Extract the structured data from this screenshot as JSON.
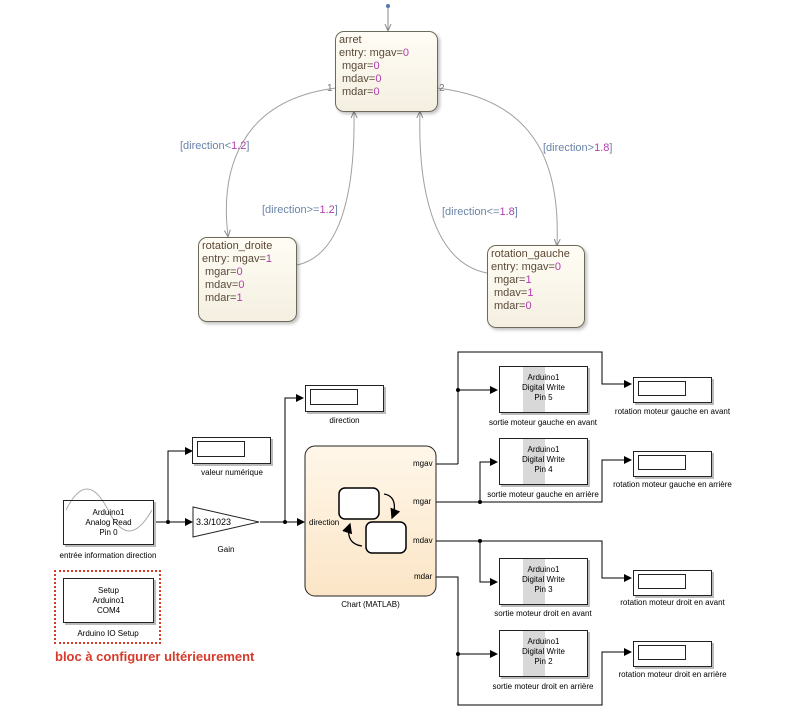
{
  "stateflow": {
    "states": {
      "arret": {
        "name": "arret",
        "entry": "entry: mgav=",
        "entry_val": "0",
        "lines": [
          {
            "k": "mgar=",
            "v": "0"
          },
          {
            "k": "mdav=",
            "v": "0"
          },
          {
            "k": "mdar=",
            "v": "0"
          }
        ]
      },
      "rotation_droite": {
        "name": "rotation_droite",
        "entry": "entry: mgav=",
        "entry_val": "1",
        "lines": [
          {
            "k": "mgar=",
            "v": "0"
          },
          {
            "k": "mdav=",
            "v": "0"
          },
          {
            "k": "mdar=",
            "v": "1"
          }
        ]
      },
      "rotation_gauche": {
        "name": "rotation_gauche",
        "entry": "entry: mgav=",
        "entry_val": "0",
        "lines": [
          {
            "k": "mgar=",
            "v": "1"
          },
          {
            "k": "mdav=",
            "v": "1"
          },
          {
            "k": "mdar=",
            "v": "0"
          }
        ]
      }
    },
    "transitions": {
      "t1": {
        "prefix": "[direction<",
        "value": "1.2",
        "suffix": "]"
      },
      "t2": {
        "prefix": "[direction>=",
        "value": "1.2",
        "suffix": "]"
      },
      "t3": {
        "prefix": "[direction<=",
        "value": "1.8",
        "suffix": "]"
      },
      "t4": {
        "prefix": "[direction>",
        "value": "1.8",
        "suffix": "]"
      }
    },
    "priority_1": "1",
    "priority_2": "2"
  },
  "simulink": {
    "analog_read": {
      "lines": [
        "Arduino1",
        "Analog Read",
        "Pin 0"
      ],
      "label": "entrée information direction"
    },
    "gain": {
      "value": "3.3/1023",
      "label": "Gain"
    },
    "display_valeur": {
      "label": "valeur numérique"
    },
    "display_direction": {
      "label": "direction"
    },
    "chart": {
      "label": "Chart (MATLAB)",
      "in_port": "direction",
      "out_ports": [
        "mgav",
        "mgar",
        "mdav",
        "mdar"
      ]
    },
    "setup": {
      "lines": [
        "Setup",
        "Arduino1",
        "COM4"
      ],
      "label": "Arduino IO Setup"
    },
    "note": "bloc à configurer ultérieurement",
    "writes": [
      {
        "lines": [
          "Arduino1",
          "Digital Write",
          "Pin 5"
        ],
        "label": "sortie moteur gauche en avant",
        "display": "rotation moteur gauche en avant"
      },
      {
        "lines": [
          "Arduino1",
          "Digital Write",
          "Pin 4"
        ],
        "label": "sortie moteur gauche en arrière",
        "display": "rotation moteur gauche en arrière"
      },
      {
        "lines": [
          "Arduino1",
          "Digital Write",
          "Pin 3"
        ],
        "label": "sortie moteur droit en avant",
        "display": "rotation moteur droit en avant"
      },
      {
        "lines": [
          "Arduino1",
          "Digital Write",
          "Pin 2"
        ],
        "label": "sortie moteur droit en arrière",
        "display": "rotation moteur droit en arrière"
      }
    ]
  },
  "colors": {
    "state_text": "#5b4634",
    "guard_text": "#6a84a8",
    "number": "#b03db0",
    "note_red": "#d83a2a",
    "chart_fill": "#fbe9cf"
  }
}
